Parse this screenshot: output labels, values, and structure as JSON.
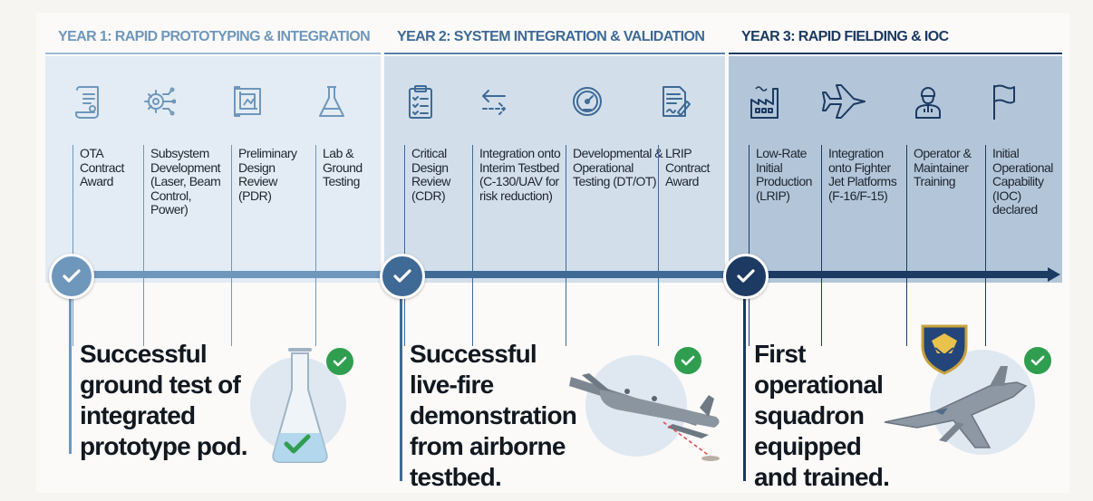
{
  "colors": {
    "year1": "#6f97bc",
    "year2": "#3f6a96",
    "year3": "#1c3a62",
    "success": "#2f9e4f"
  },
  "years": [
    {
      "title": "YEAR 1: RAPID PROTOTYPING & INTEGRATION",
      "tasks": [
        {
          "icon": "contract-scroll-icon",
          "label": "OTA Contract Award"
        },
        {
          "icon": "circuit-gear-icon",
          "label": "Subsystem Development (Laser, Beam Control, Power)"
        },
        {
          "icon": "blueprint-icon",
          "label": "Preliminary Design Review (PDR)"
        },
        {
          "icon": "flask-icon",
          "label": "Lab & Ground Testing"
        }
      ],
      "milestone_icon": "check-icon",
      "outcome": "Successful ground test of integrated prototype pod.",
      "outcome_image": "flask-illustration"
    },
    {
      "title": "YEAR 2: SYSTEM INTEGRATION & VALIDATION",
      "tasks": [
        {
          "icon": "clipboard-checklist-icon",
          "label": "Critical Design Review (CDR)"
        },
        {
          "icon": "swap-arrows-icon",
          "label": "Integration onto Interim Testbed (C-130/UAV for risk reduction)"
        },
        {
          "icon": "gauge-icon",
          "label": "Developmental & Operational Testing (DT/OT)"
        },
        {
          "icon": "signed-document-icon",
          "label": "LRIP Contract Award"
        }
      ],
      "milestone_icon": "check-icon",
      "outcome": "Successful live-fire demonstration from airborne testbed.",
      "outcome_image": "c130-laser-illustration"
    },
    {
      "title": "YEAR 3: RAPID FIELDING & IOC",
      "tasks": [
        {
          "icon": "factory-icon",
          "label": "Low-Rate Initial Production (LRIP)"
        },
        {
          "icon": "fighter-jet-icon",
          "label": "Integration onto Fighter Jet Platforms (F-16/F-15)"
        },
        {
          "icon": "operator-icon",
          "label": "Operator & Maintainer Training"
        },
        {
          "icon": "flag-icon",
          "label": "Initial Operational Capability (IOC) declared"
        }
      ],
      "milestone_icon": "check-icon",
      "outcome": "First operational squadron equipped and trained.",
      "outcome_image": "f16-squadron-illustration"
    }
  ]
}
